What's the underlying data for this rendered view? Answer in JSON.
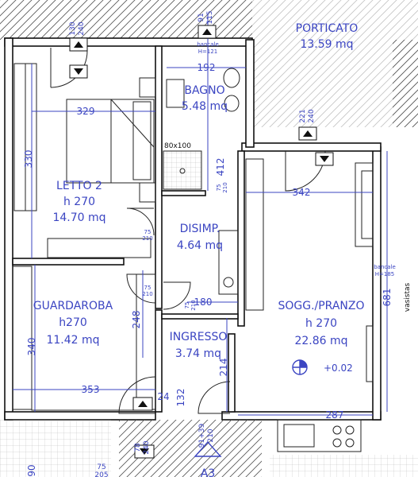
{
  "rooms": {
    "porticato": {
      "name": "PORTICATO",
      "area": "13.59 mq"
    },
    "bagno": {
      "name": "BAGNO",
      "area": "5.48 mq"
    },
    "letto2": {
      "name": "LETTO 2",
      "height": "h 270",
      "area": "14.70 mq"
    },
    "disimp": {
      "name": "DISIMP.",
      "area": "4.64 mq"
    },
    "guardaroba": {
      "name": "GUARDAROBA",
      "height": "h270",
      "area": "11.42 mq"
    },
    "ingresso": {
      "name": "INGRESSO",
      "area": "3.74 mq"
    },
    "soggiorno": {
      "name": "SOGG./PRANZO",
      "height": "h 270",
      "area": "22.86 mq"
    }
  },
  "dimensions": {
    "d329": "329",
    "d192": "192",
    "d342": "342",
    "d353": "353",
    "d287": "287",
    "d340": "340",
    "d248": "248",
    "d681": "681",
    "d180": "180",
    "d214": "214",
    "d132": "132",
    "d24": "24",
    "d90": "90",
    "d412": "412",
    "d80x100": "80x100",
    "d330": "330"
  },
  "doors": {
    "top_left_a": "130",
    "top_left_b": "240",
    "bagno_a": "91",
    "bagno_b": "115",
    "sogg_a": "221",
    "sogg_b": "240",
    "letto_a": "75",
    "letto_b": "210",
    "disimp_a": "75",
    "disimp_b": "210",
    "guard_a": "75",
    "guard_b": "210",
    "ingr_a": "75",
    "ingr_b": "210",
    "front_a": "91+39",
    "front_b": "210",
    "bottom_a": "78",
    "bottom_b": "240",
    "bottom_c": "75",
    "bottom_d": "205"
  },
  "notes": {
    "bancale1": "bancale",
    "bancale1_h": "H=121",
    "bancale2": "bancale",
    "bancale2_h": "H=185",
    "vasistas": "vasistas",
    "level": "+0.02",
    "section": "A3"
  }
}
